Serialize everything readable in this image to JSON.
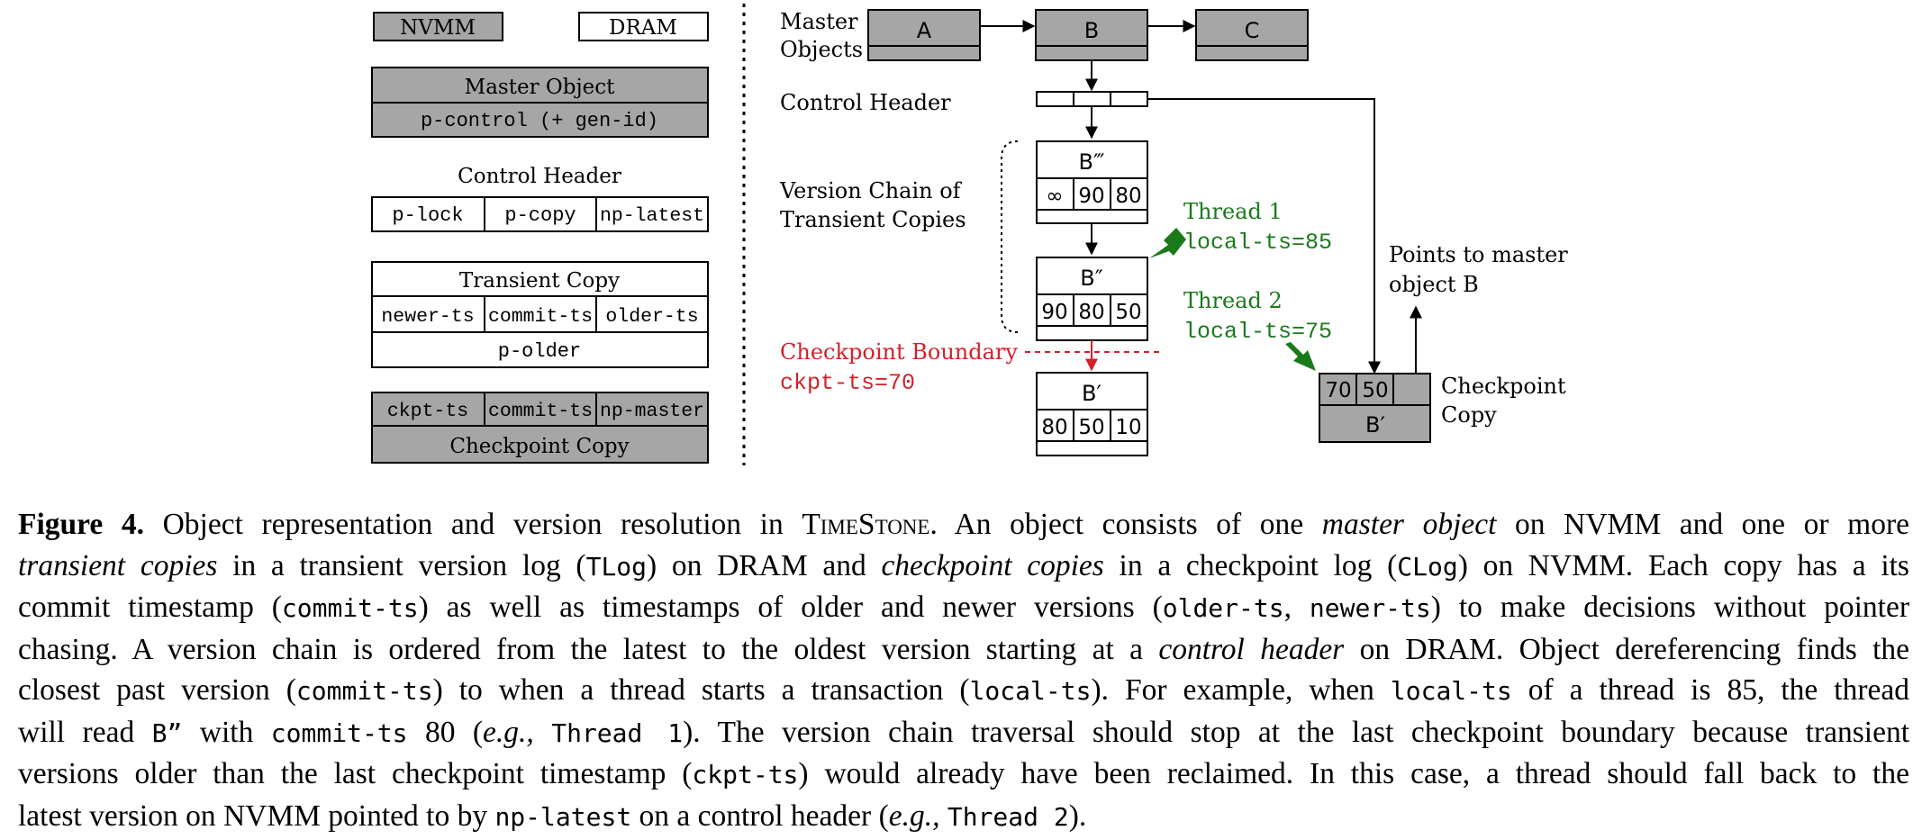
{
  "legend": {
    "nvmm": "NVMM",
    "dram": "DRAM",
    "master_object": {
      "title": "Master Object",
      "field": "p-control (+ gen-id)"
    },
    "control_header": {
      "title": "Control Header",
      "fields": [
        "p-lock",
        "p-copy",
        "np-latest"
      ]
    },
    "transient_copy": {
      "title": "Transient Copy",
      "fields": [
        "newer-ts",
        "commit-ts",
        "older-ts"
      ],
      "pointer": "p-older"
    },
    "checkpoint_copy": {
      "title": "Checkpoint Copy",
      "fields": [
        "ckpt-ts",
        "commit-ts",
        "np-master"
      ]
    }
  },
  "diagram": {
    "master_label_1": "Master",
    "master_label_2": "Objects",
    "master_objects": [
      "A",
      "B",
      "C"
    ],
    "control_header_label": "Control Header",
    "chain_label_1": "Version Chain of",
    "chain_label_2": "Transient Copies",
    "copy_b3": {
      "name": "B‴",
      "values": [
        "∞",
        "90",
        "80"
      ]
    },
    "copy_b2": {
      "name": "B″",
      "values": [
        "90",
        "80",
        "50"
      ]
    },
    "copy_b1": {
      "name": "B′",
      "values": [
        "80",
        "50",
        "10"
      ]
    },
    "checkpoint_boundary_label": "Checkpoint Boundary",
    "checkpoint_boundary_ts": "ckpt-ts=70",
    "thread1_label": "Thread 1",
    "thread1_ts": "local-ts=85",
    "thread2_label": "Thread 2",
    "thread2_ts": "local-ts=75",
    "points_to_1": "Points to master",
    "points_to_2": "object B",
    "ckpt_copy": {
      "name": "B′",
      "values": [
        "70",
        "50"
      ]
    },
    "ckpt_copy_label_1": "Checkpoint",
    "ckpt_copy_label_2": "Copy"
  },
  "colors": {
    "nvmm_fill": "#a6a6a6",
    "thread_green": "#1a7a1a",
    "boundary_red": "#d4202a"
  },
  "caption": {
    "figure_label": "Figure 4.",
    "l1_a": " Object representation and version resolution in ",
    "l1_system": "TimeStone",
    "l1_b": ". An object consists of one ",
    "l1_em": "master object",
    "l1_c": " on NVMM and one or more",
    "l2_em1": "transient copies",
    "l2_a": " in a transient version log (",
    "l2_code1": "TLog",
    "l2_b": ") on DRAM and ",
    "l2_em2": "checkpoint copies",
    "l2_c": " in a checkpoint log (",
    "l2_code2": "CLog",
    "l2_d": ") on NVMM. Each copy has a its",
    "l3_a": "commit timestamp (",
    "l3_code1": "commit-ts",
    "l3_b": ") as well as timestamps of older and newer versions (",
    "l3_code2": "older-ts",
    "l3_c": ", ",
    "l3_code3": "newer-ts",
    "l3_d": ") to make decisions without pointer",
    "l4_a": "chasing. A version chain is ordered from the latest to the oldest version starting at a ",
    "l4_em": "control header",
    "l4_b": " on DRAM. Object dereferencing finds the",
    "l5_a": "closest past version (",
    "l5_code1": "commit-ts",
    "l5_b": ") to when a thread starts a transaction (",
    "l5_code2": "local-ts",
    "l5_c": "). For example, when ",
    "l5_code3": "local-ts",
    "l5_d": " of a thread is 85, the thread",
    "l6_a": "will read ",
    "l6_code1": "B”",
    "l6_b": " with ",
    "l6_code2": "commit-ts",
    "l6_c": " 80 (",
    "l6_em": "e.g.,",
    "l6_d": " ",
    "l6_code3": "Thread 1",
    "l6_e": "). The version chain traversal should stop at the last checkpoint boundary because transient",
    "l7_a": "versions older than the last checkpoint timestamp (",
    "l7_code1": "ckpt-ts",
    "l7_b": ") would already have been reclaimed. In this case, a thread should fall back to the",
    "l8_a": "latest version on NVMM pointed to by ",
    "l8_code1": "np-latest",
    "l8_b": " on a control header (",
    "l8_em": "e.g.,",
    "l8_c": " ",
    "l8_code2": "Thread 2",
    "l8_d": ")."
  }
}
